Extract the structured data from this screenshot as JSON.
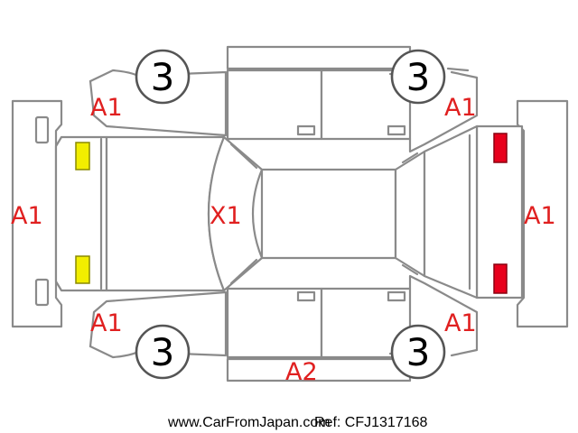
{
  "colors": {
    "outline": "#8a8a8a",
    "damage_code": "#e02020",
    "front_lamp": "#f2ee00",
    "rear_lamp": "#e8001c"
  },
  "wheels": {
    "front_left": "3",
    "front_right": "3",
    "rear_left": "3",
    "rear_right": "3"
  },
  "marks": {
    "front_bumper": "A1",
    "front_left_fender": "A1",
    "front_right_fender": "A1",
    "rear_left_quarter": "A1",
    "rear_right_quarter": "A1",
    "rear_bumper": "A1",
    "roof_hood": "X1",
    "left_rocker": "A2"
  },
  "footer": {
    "site": "www.CarFromJapan.com",
    "ref": "Ref: CFJ1317168"
  }
}
